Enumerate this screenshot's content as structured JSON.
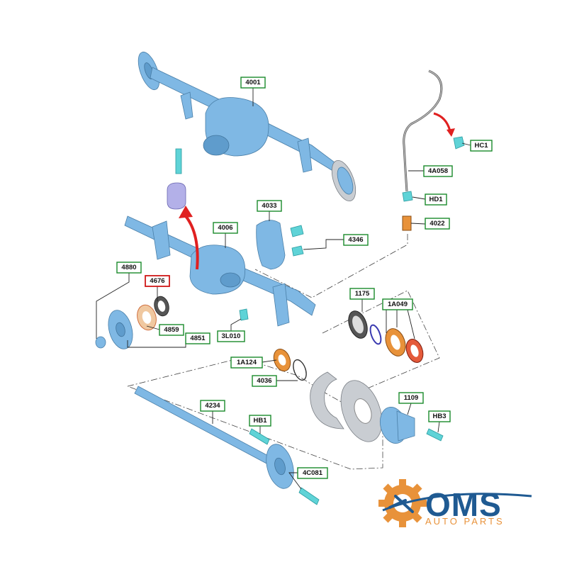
{
  "diagram": {
    "labels": [
      {
        "id": "l4001",
        "text": "4001"
      },
      {
        "id": "lHC1",
        "text": "HC1"
      },
      {
        "id": "l4A058",
        "text": "4A058"
      },
      {
        "id": "lHD1",
        "text": "HD1"
      },
      {
        "id": "l4022",
        "text": "4022"
      },
      {
        "id": "l4033",
        "text": "4033"
      },
      {
        "id": "l4006",
        "text": "4006"
      },
      {
        "id": "l4346",
        "text": "4346"
      },
      {
        "id": "l4880",
        "text": "4880"
      },
      {
        "id": "l4676",
        "text": "4676"
      },
      {
        "id": "l4859",
        "text": "4859"
      },
      {
        "id": "l4851",
        "text": "4851"
      },
      {
        "id": "l3L010",
        "text": "3L010"
      },
      {
        "id": "l1175",
        "text": "1175"
      },
      {
        "id": "l1A049",
        "text": "1A049"
      },
      {
        "id": "l1A124",
        "text": "1A124"
      },
      {
        "id": "l4036",
        "text": "4036"
      },
      {
        "id": "l1109",
        "text": "1109"
      },
      {
        "id": "lHB3",
        "text": "HB3"
      },
      {
        "id": "l4234",
        "text": "4234"
      },
      {
        "id": "lHB1",
        "text": "HB1"
      },
      {
        "id": "l4C081",
        "text": "4C081"
      }
    ],
    "highlight_color": "#d01818",
    "label_border_color": "#1a8a2a",
    "part_color": "#7fb8e4"
  },
  "logo": {
    "name": "OMS",
    "tagline": "AUTO PARTS",
    "colors": {
      "name": "#1f5a92",
      "tagline": "#e8923a"
    }
  }
}
